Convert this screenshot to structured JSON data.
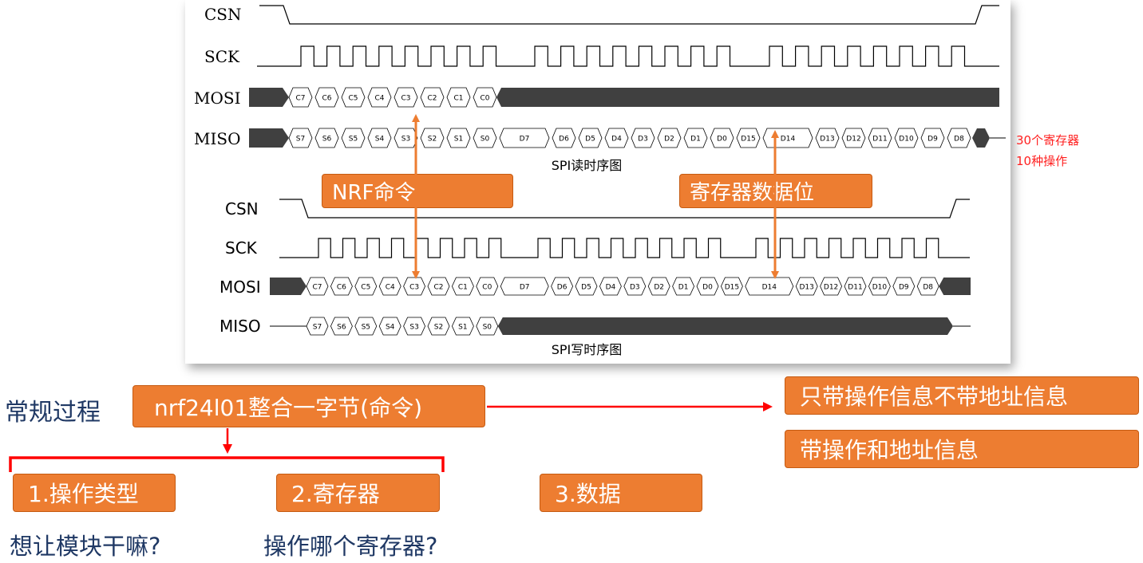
{
  "read_diagram": {
    "caption": "SPI读时序图",
    "signals": [
      "CSN",
      "SCK",
      "MOSI",
      "MISO"
    ],
    "mosi_cells": [
      "C7",
      "C6",
      "C5",
      "C4",
      "C3",
      "C2",
      "C1",
      "C0"
    ],
    "miso_cells": [
      "S7",
      "S6",
      "S5",
      "S4",
      "S3",
      "S2",
      "S1",
      "S0",
      "D7",
      "D6",
      "D5",
      "D4",
      "D3",
      "D2",
      "D1",
      "D0",
      "D15",
      "D14",
      "D13",
      "D12",
      "D11",
      "D10",
      "D9",
      "D8"
    ]
  },
  "write_diagram": {
    "caption": "SPI写时序图",
    "signals": [
      "CSN",
      "SCK",
      "MOSI",
      "MISO"
    ],
    "mosi_cells": [
      "C7",
      "C6",
      "C5",
      "C4",
      "C3",
      "C2",
      "C1",
      "C0",
      "D7",
      "D6",
      "D5",
      "D4",
      "D3",
      "D2",
      "D1",
      "D0",
      "D15",
      "D14",
      "D13",
      "D12",
      "D11",
      "D10",
      "D9",
      "D8"
    ],
    "miso_cells": [
      "S7",
      "S6",
      "S5",
      "S4",
      "S3",
      "S2",
      "S1",
      "S0"
    ]
  },
  "callouts": {
    "nrf_command": "NRF命令",
    "register_data_bits": "寄存器数据位"
  },
  "side_note": {
    "line1": "30个寄存器",
    "line2": "10种操作"
  },
  "process": {
    "label": "常规过程",
    "main_box": "nrf24l01整合一字节(命令)",
    "option1": "只带操作信息不带地址信息",
    "option2": "带操作和地址信息",
    "steps": [
      {
        "box": "1.操作类型",
        "question": "想让模块干嘛?"
      },
      {
        "box": "2.寄存器",
        "question": "操作哪个寄存器?"
      },
      {
        "box": "3.数据",
        "question": ""
      }
    ]
  },
  "colors": {
    "orange": "#ed7d31",
    "arrow_orange": "#ed7d31",
    "red": "#ff0000",
    "dark_blue": "#1f3864",
    "bus_dark": "#404040"
  }
}
